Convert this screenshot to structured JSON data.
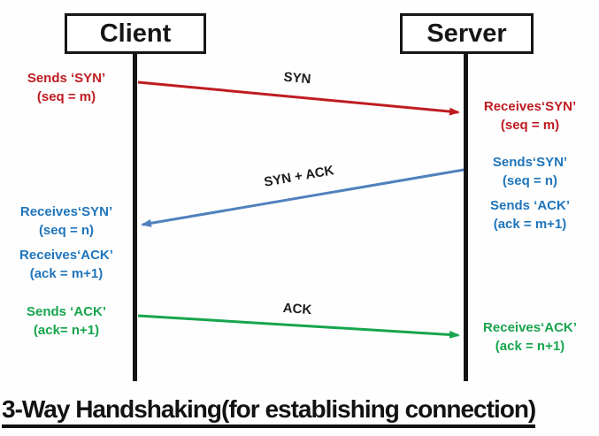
{
  "title": "3-Way Handshaking(for establishing connection)",
  "nodes": {
    "client": "Client",
    "server": "Server"
  },
  "colors": {
    "red": "#bf1c21",
    "blue_text": "#1f75bb",
    "blue_arrow": "#4f81bd",
    "green": "#17a54d",
    "black": "#161616"
  },
  "messages": [
    {
      "label": "SYN",
      "from": "Client",
      "to": "Server",
      "color": "#bf1c21"
    },
    {
      "label": "SYN + ACK",
      "from": "Server",
      "to": "Client",
      "color": "#4f81bd"
    },
    {
      "label": "ACK",
      "from": "Client",
      "to": "Server",
      "color": "#17a54d"
    }
  ],
  "client_notes": [
    {
      "line1": "Sends ‘SYN’",
      "line2": "(seq = m)",
      "color": "#bf1c21"
    },
    {
      "line1": "Receives‘SYN’",
      "line2": "(seq = n)",
      "color": "#1f75bb"
    },
    {
      "line1": "Receives‘ACK’",
      "line2": "(ack = m+1)",
      "color": "#1f75bb"
    },
    {
      "line1": "Sends ‘ACK’",
      "line2": "(ack= n+1)",
      "color": "#17a54d"
    }
  ],
  "server_notes": [
    {
      "line1": "Receives‘SYN’",
      "line2": "(seq = m)",
      "color": "#bf1c21"
    },
    {
      "line1": "Sends‘SYN’",
      "line2": "(seq = n)",
      "color": "#1f75bb"
    },
    {
      "line1": "Sends ‘ACK’",
      "line2": "(ack = m+1)",
      "color": "#1f75bb"
    },
    {
      "line1": "Receives‘ACK’",
      "line2": "(ack = n+1)",
      "color": "#17a54d"
    }
  ]
}
